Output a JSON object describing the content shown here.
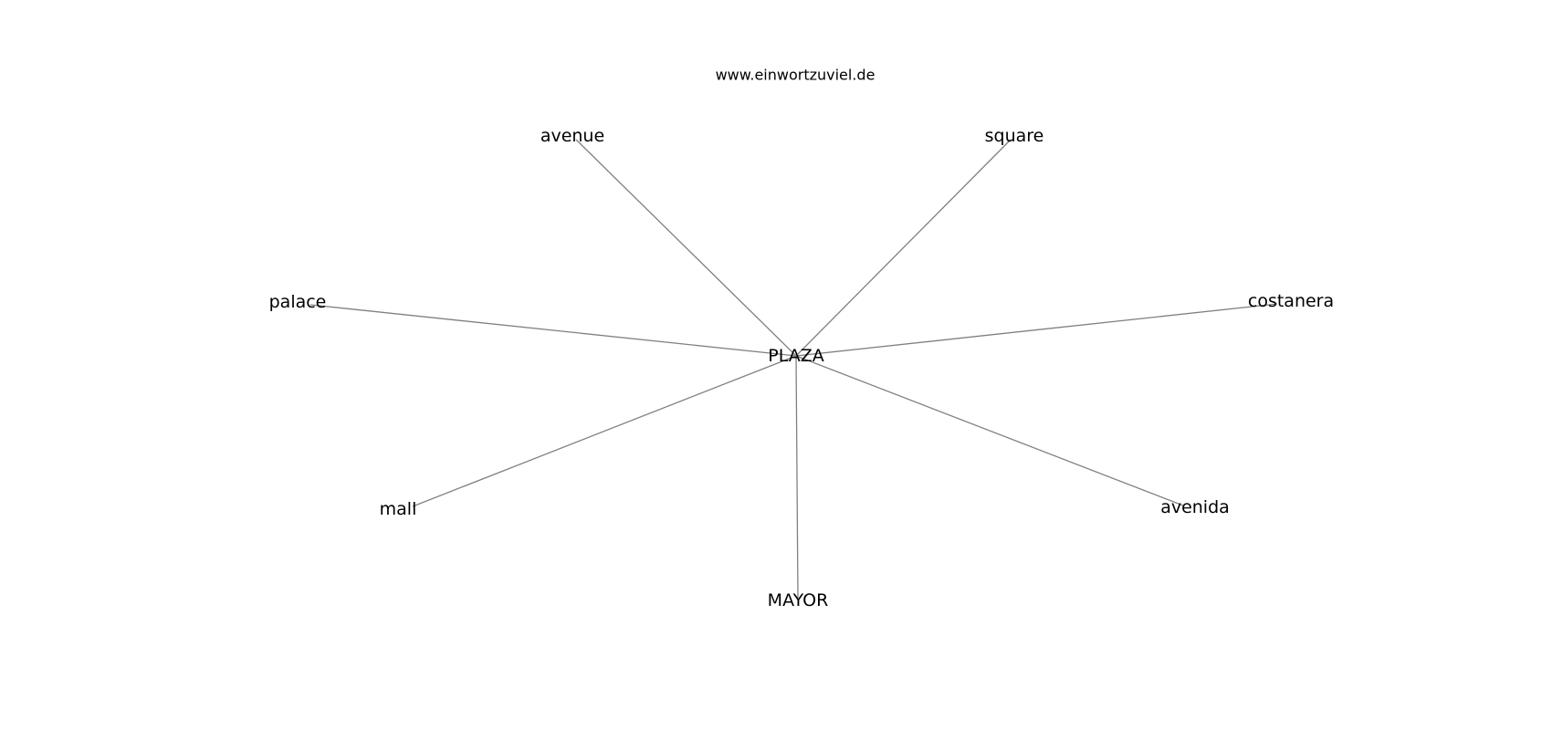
{
  "source_label": "www.einwortzuviel.de",
  "center": {
    "id": "center",
    "label": "PLAZA"
  },
  "nodes": [
    {
      "id": "avenue",
      "label": "avenue"
    },
    {
      "id": "square",
      "label": "square"
    },
    {
      "id": "palace",
      "label": "palace"
    },
    {
      "id": "costanera",
      "label": "costanera"
    },
    {
      "id": "mall",
      "label": "mall"
    },
    {
      "id": "avenida",
      "label": "avenida"
    },
    {
      "id": "mayor",
      "label": "MAYOR"
    }
  ],
  "edges": [
    {
      "from": "center",
      "to": "avenue"
    },
    {
      "from": "center",
      "to": "square"
    },
    {
      "from": "center",
      "to": "palace"
    },
    {
      "from": "center",
      "to": "costanera"
    },
    {
      "from": "center",
      "to": "mall"
    },
    {
      "from": "center",
      "to": "avenida"
    },
    {
      "from": "center",
      "to": "mayor"
    }
  ]
}
